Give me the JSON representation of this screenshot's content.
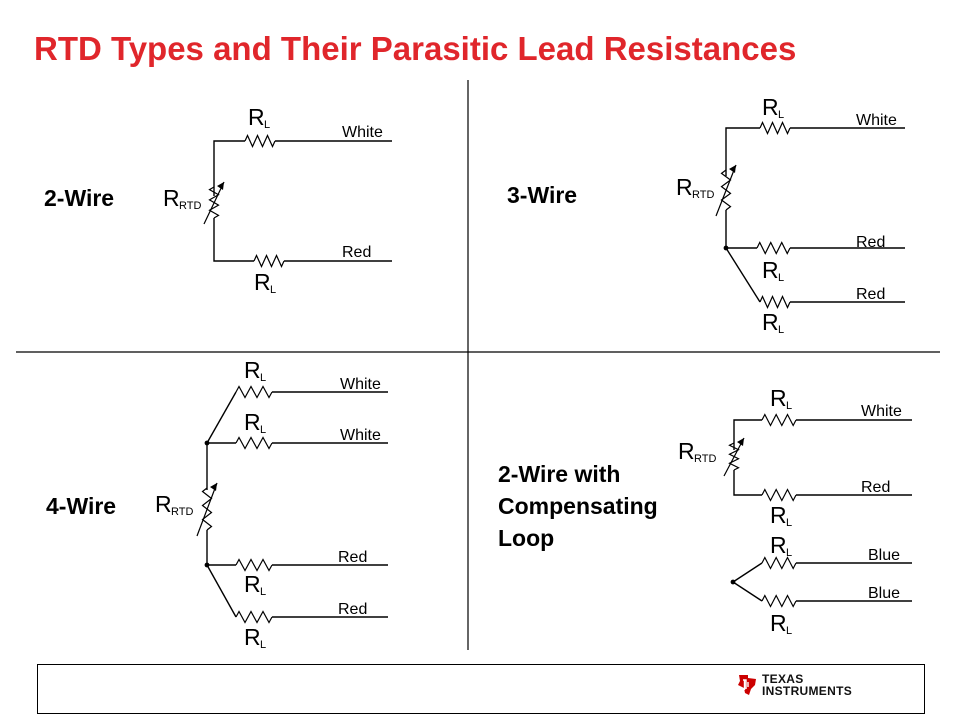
{
  "title": "RTD Types and Their Parasitic Lead Resistances",
  "sections": {
    "two_wire": "2-Wire",
    "three_wire": "3-Wire",
    "four_wire": "4-Wire",
    "compensating": [
      "2-Wire with",
      "Compensating",
      "Loop"
    ]
  },
  "resistor": {
    "lead": "R",
    "lead_sub": "L",
    "rtd": "R",
    "rtd_sub": "RTD"
  },
  "wires": {
    "white": "White",
    "red": "Red",
    "blue": "Blue"
  },
  "logo": {
    "line1": "TEXAS",
    "line2": "INSTRUMENTS",
    "color": "#cc0000"
  },
  "colors": {
    "title": "#e0262b"
  }
}
